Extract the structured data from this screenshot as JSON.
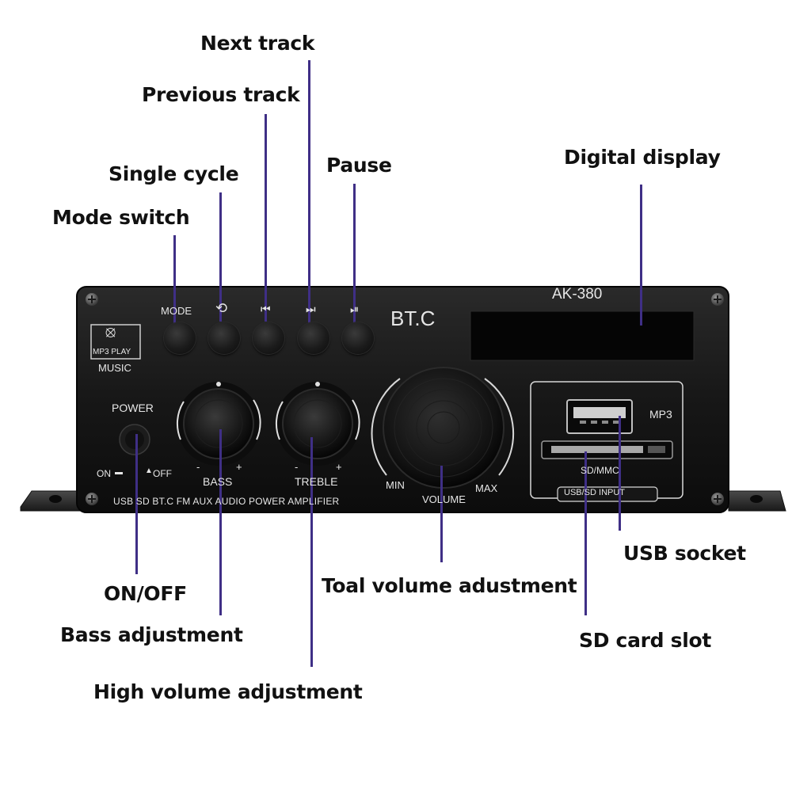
{
  "callouts": {
    "next_track": "Next track",
    "previous_track": "Previous track",
    "single_cycle": "Single cycle",
    "mode_switch": "Mode switch",
    "pause": "Pause",
    "digital_display": "Digital display",
    "on_off": "ON/OFF",
    "bass_adjustment": "Bass adjustment",
    "high_volume_adjustment": "High volume adjustment",
    "total_volume_adjustment": "Toal volume adustment",
    "usb_socket": "USB socket",
    "sd_card_slot": "SD card slot"
  },
  "panel": {
    "model": "AK-380",
    "brand": "BT.C",
    "logo_line1": "MP3 PLAY",
    "logo_line2": "MUSIC",
    "mode_label": "MODE",
    "power_label": "POWER",
    "on_label": "ON",
    "off_label": "OFF",
    "bass_label": "BASS",
    "treble_label": "TREBLE",
    "minus": "-",
    "plus": "+",
    "min_label": "MIN",
    "max_label": "MAX",
    "volume_label": "VOLUME",
    "mp3_label": "MP3",
    "sd_mmc_label": "SD/MMC",
    "usb_sd_input_label": "USB/SD INPUT",
    "bottom_text": "USB SD BT.C FM AUX AUDIO POWER AMPLIFIER"
  },
  "colors": {
    "leader_line": "#3f2f86",
    "panel": "#161616",
    "label_text": "#111111"
  },
  "icons": [
    "repeat-icon",
    "previous-track-icon",
    "next-track-icon",
    "play-pause-icon",
    "cd-disc-icon"
  ]
}
